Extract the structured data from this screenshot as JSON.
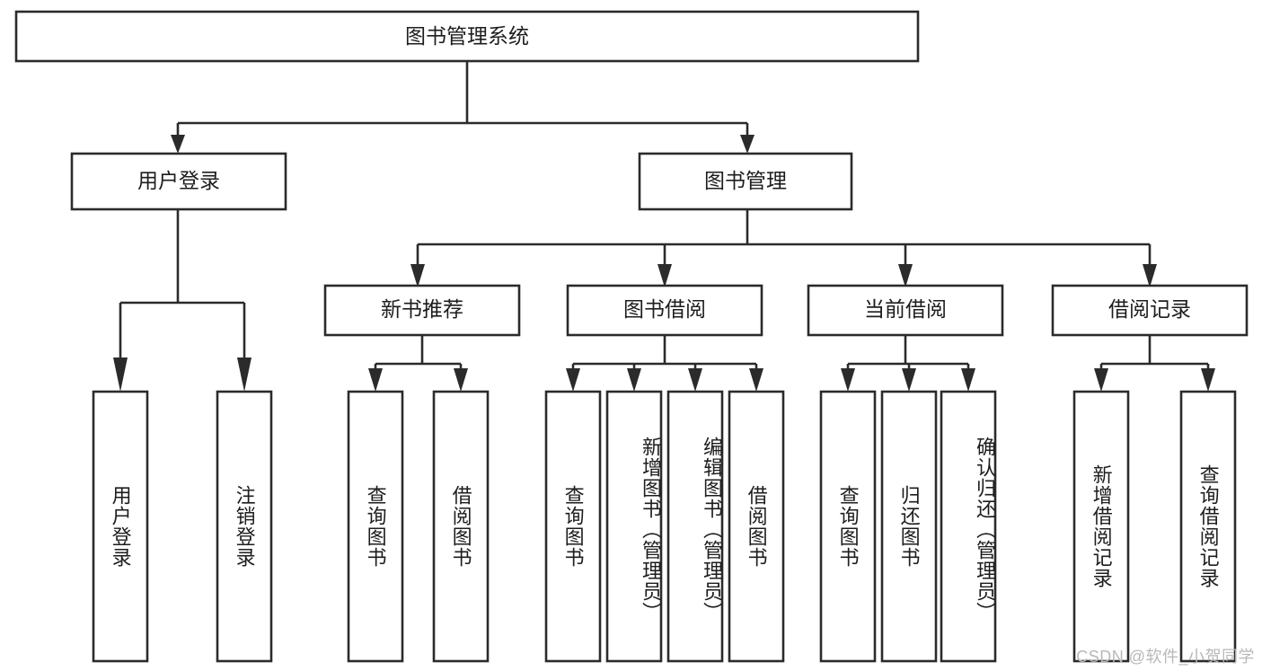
{
  "diagram": {
    "type": "hierarchy-tree",
    "title": "图书管理系统",
    "watermark": "CSDN @软件_小贺同学",
    "colors": {
      "stroke": "#2b2b2b",
      "fill": "#ffffff",
      "text": "#1d1d1d",
      "watermark": "#b8b8b8"
    },
    "levels": [
      {
        "level": 1,
        "nodes": [
          {
            "id": "root",
            "label": "图书管理系统",
            "orientation": "horizontal"
          }
        ]
      },
      {
        "level": 2,
        "nodes": [
          {
            "id": "user-login",
            "label": "用户登录",
            "orientation": "horizontal",
            "parent": "root"
          },
          {
            "id": "book-manage",
            "label": "图书管理",
            "orientation": "horizontal",
            "parent": "root"
          }
        ]
      },
      {
        "level": 3,
        "nodes": [
          {
            "id": "new-book-rec",
            "label": "新书推荐",
            "orientation": "horizontal",
            "parent": "book-manage"
          },
          {
            "id": "book-borrow",
            "label": "图书借阅",
            "orientation": "horizontal",
            "parent": "book-manage"
          },
          {
            "id": "current-borrow",
            "label": "当前借阅",
            "orientation": "horizontal",
            "parent": "book-manage"
          },
          {
            "id": "borrow-record",
            "label": "借阅记录",
            "orientation": "horizontal",
            "parent": "book-manage"
          }
        ]
      },
      {
        "level": 4,
        "nodes": [
          {
            "id": "leaf-1",
            "label": "用户登录",
            "orientation": "vertical",
            "parent": "user-login"
          },
          {
            "id": "leaf-2",
            "label": "注销登录",
            "orientation": "vertical",
            "parent": "user-login"
          },
          {
            "id": "leaf-3",
            "label": "查询图书",
            "orientation": "vertical",
            "parent": "new-book-rec"
          },
          {
            "id": "leaf-4",
            "label": "借阅图书",
            "orientation": "vertical",
            "parent": "new-book-rec"
          },
          {
            "id": "leaf-5",
            "label": "查询图书",
            "orientation": "vertical",
            "parent": "book-borrow"
          },
          {
            "id": "leaf-6",
            "label": "新增图书（管理员）",
            "orientation": "vertical",
            "parent": "book-borrow"
          },
          {
            "id": "leaf-7",
            "label": "编辑图书（管理员）",
            "orientation": "vertical",
            "parent": "book-borrow"
          },
          {
            "id": "leaf-8",
            "label": "借阅图书",
            "orientation": "vertical",
            "parent": "book-borrow"
          },
          {
            "id": "leaf-9",
            "label": "查询图书",
            "orientation": "vertical",
            "parent": "current-borrow"
          },
          {
            "id": "leaf-10",
            "label": "归还图书",
            "orientation": "vertical",
            "parent": "current-borrow"
          },
          {
            "id": "leaf-11",
            "label": "确认归还（管理员）",
            "orientation": "vertical",
            "parent": "current-borrow"
          },
          {
            "id": "leaf-12",
            "label": "新增借阅记录",
            "orientation": "vertical",
            "parent": "borrow-record"
          },
          {
            "id": "leaf-13",
            "label": "查询借阅记录",
            "orientation": "vertical",
            "parent": "borrow-record"
          }
        ]
      }
    ]
  }
}
